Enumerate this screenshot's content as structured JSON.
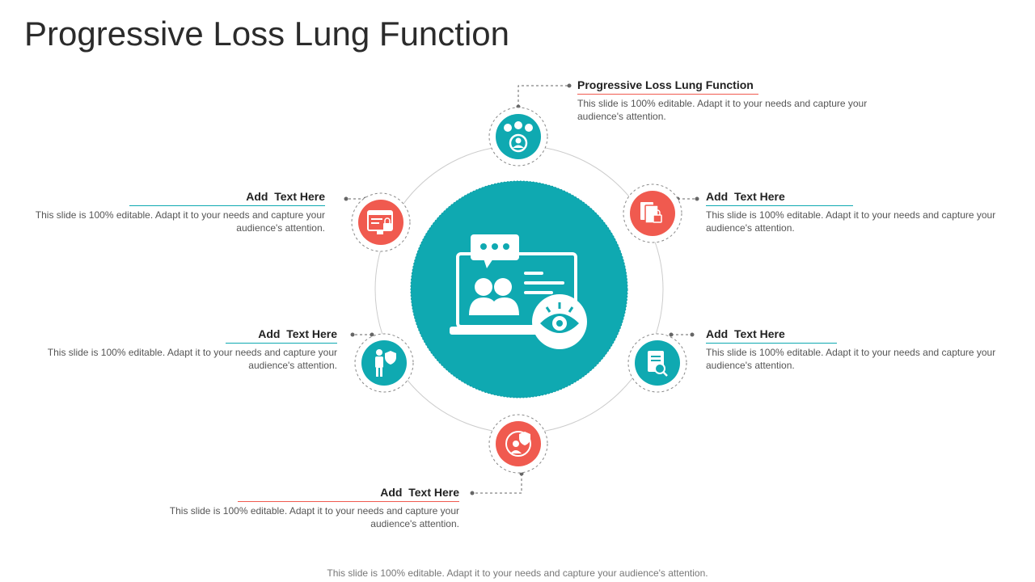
{
  "title": "Progressive Loss Lung Function",
  "footer": "This slide is 100% editable. Adapt it to your needs and capture your audience's attention.",
  "colors": {
    "teal": "#0fa9b1",
    "red": "#f05a4f",
    "ring": "#cccccc",
    "connector": "#666666"
  },
  "center": {
    "icon": "presentation-eye-icon"
  },
  "nodes": [
    {
      "title": "Progressive Loss Lung Function",
      "text": "This slide is 100% editable. Adapt it to your needs and capture your audience's  attention.",
      "icon": "people-checklist-icon",
      "color": "teal"
    },
    {
      "title": "Add  Text Here",
      "text": "This slide is 100% editable. Adapt it to your needs and capture your audience's  attention.",
      "icon": "secure-documents-icon",
      "color": "red"
    },
    {
      "title": "Add  Text Here",
      "text": "This slide is 100% editable. Adapt it to your needs and capture your audience's  attention.",
      "icon": "document-search-icon",
      "color": "teal"
    },
    {
      "title": "Add  Text Here",
      "text": "This slide is 100% editable. Adapt it to your needs and capture your audience's  attention.",
      "icon": "user-shield-icon",
      "color": "red"
    },
    {
      "title": "Add  Text Here",
      "text": "This slide is 100% editable. Adapt it to your needs and capture your audience's  attention.",
      "icon": "person-shield-icon",
      "color": "teal"
    },
    {
      "title": "Add  Text Here",
      "text": "This slide is 100% editable. Adapt it to your needs and capture your audience's  attention.",
      "icon": "secure-browser-icon",
      "color": "red"
    }
  ]
}
